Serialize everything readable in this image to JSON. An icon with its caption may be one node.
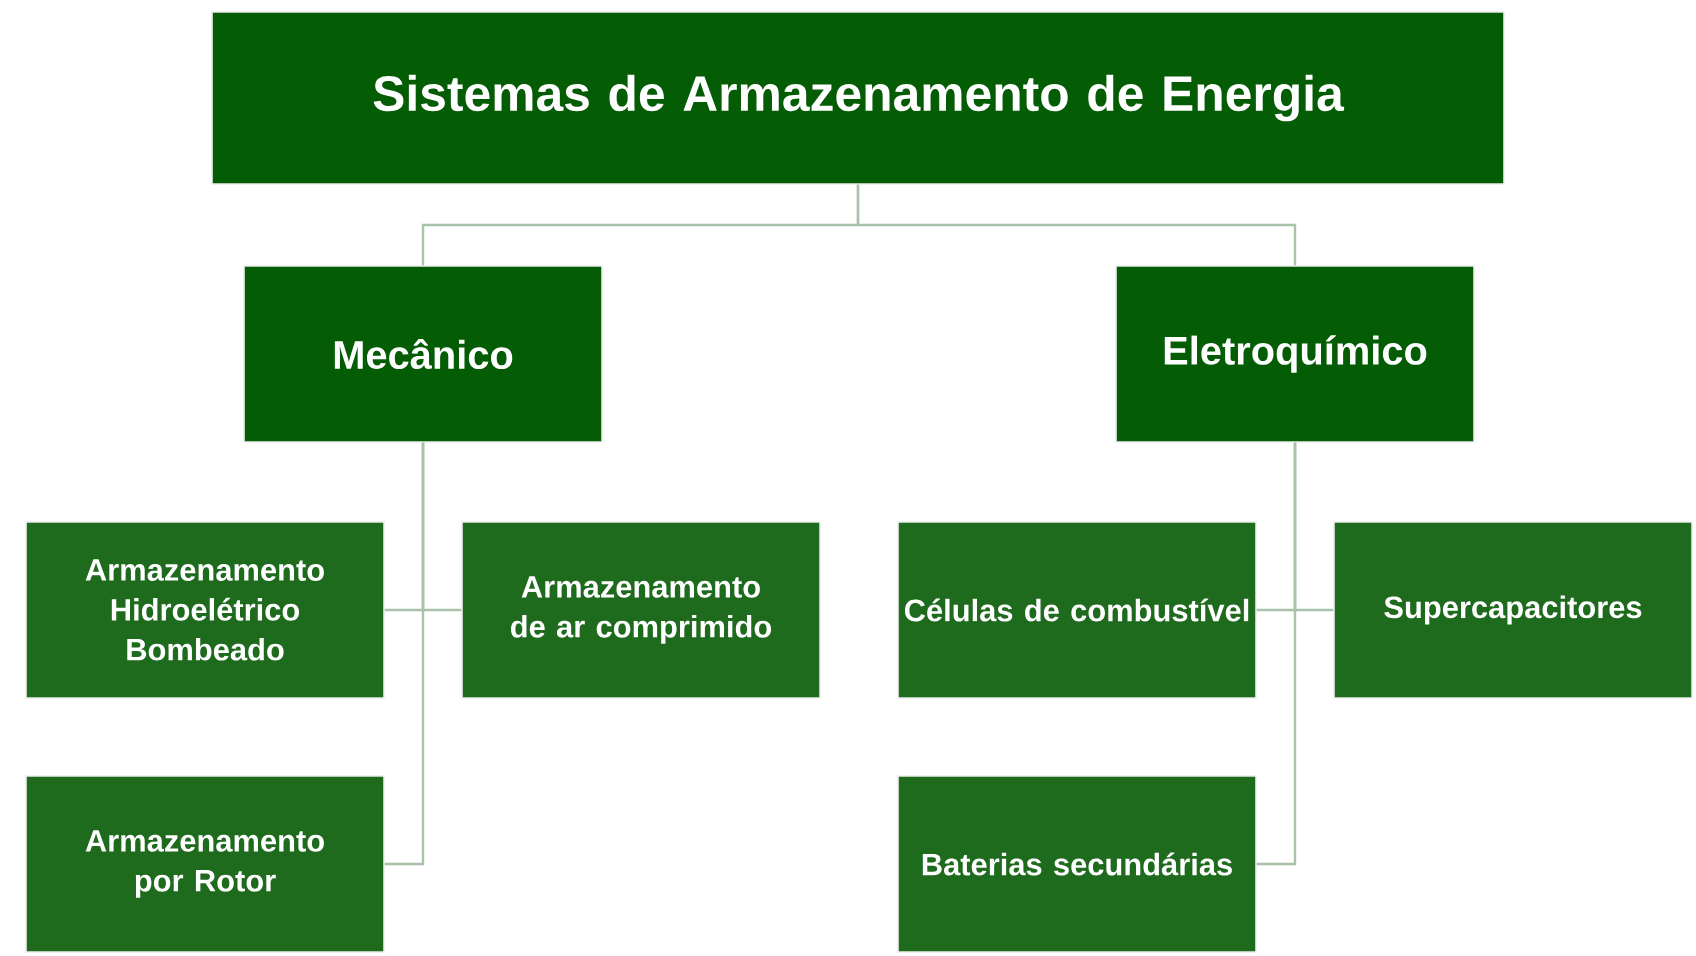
{
  "diagram": {
    "nodes": [
      {
        "text": [
          "Sistemas de Armazenamento de Energia"
        ]
      },
      {
        "text": [
          "Mecânico"
        ]
      },
      {
        "text": [
          "Eletroquímico"
        ]
      },
      {
        "text": [
          "Armazenamento Hidroelétrico Bombeado"
        ]
      },
      {
        "text": [
          "Armazenamento de ar comprimido"
        ]
      },
      {
        "text": [
          "Armazenamento por Rotor"
        ]
      },
      {
        "text": [
          "Células de combustível"
        ]
      },
      {
        "text": [
          "Supercapacitores"
        ]
      },
      {
        "text": [
          "Baterias secundárias"
        ]
      }
    ],
    "edges": [
      {
        "from": 0,
        "to": 1,
        "arrow": "none"
      },
      {
        "from": 0,
        "to": 2,
        "arrow": "none"
      },
      {
        "from": 1,
        "to": 3,
        "arrow": "none"
      },
      {
        "from": 1,
        "to": 4,
        "arrow": "none"
      },
      {
        "from": 1,
        "to": 5,
        "arrow": "none"
      },
      {
        "from": 2,
        "to": 6,
        "arrow": "none"
      },
      {
        "from": 2,
        "to": 7,
        "arrow": "none"
      },
      {
        "from": 2,
        "to": 8,
        "arrow": "none"
      }
    ]
  }
}
